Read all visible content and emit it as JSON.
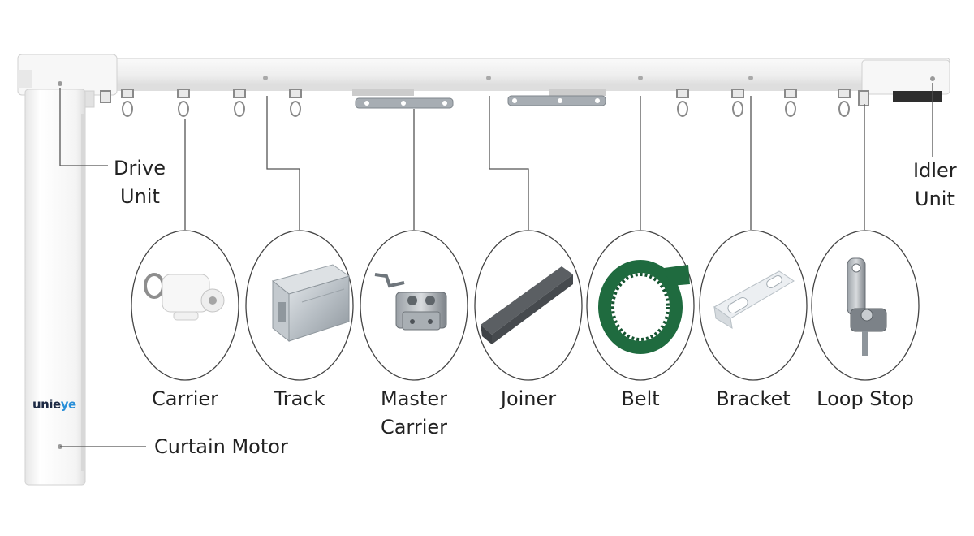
{
  "labels": {
    "drive_unit_1": "Drive",
    "drive_unit_2": "Unit",
    "idler_unit_1": "Idler",
    "idler_unit_2": "Unit",
    "carrier": "Carrier",
    "track": "Track",
    "master_carrier_1": "Master",
    "master_carrier_2": "Carrier",
    "joiner": "Joiner",
    "belt": "Belt",
    "bracket": "Bracket",
    "loop_stop": "Loop Stop",
    "curtain_motor": "Curtain Motor"
  },
  "brand": {
    "text_main": "unie",
    "text_accent": "ye"
  },
  "colors": {
    "label_text": "#222222",
    "leader_line": "#555555",
    "rail": "#f1f1f1",
    "belt_green": "#1f6b3f",
    "track_metal": "#b9c0c6",
    "joiner_grey": "#5b5f63"
  },
  "icons": [
    "carrier-part-icon",
    "track-section-icon",
    "master-carrier-icon",
    "joiner-bar-icon",
    "belt-loop-icon",
    "bracket-icon",
    "loop-stop-icon"
  ]
}
